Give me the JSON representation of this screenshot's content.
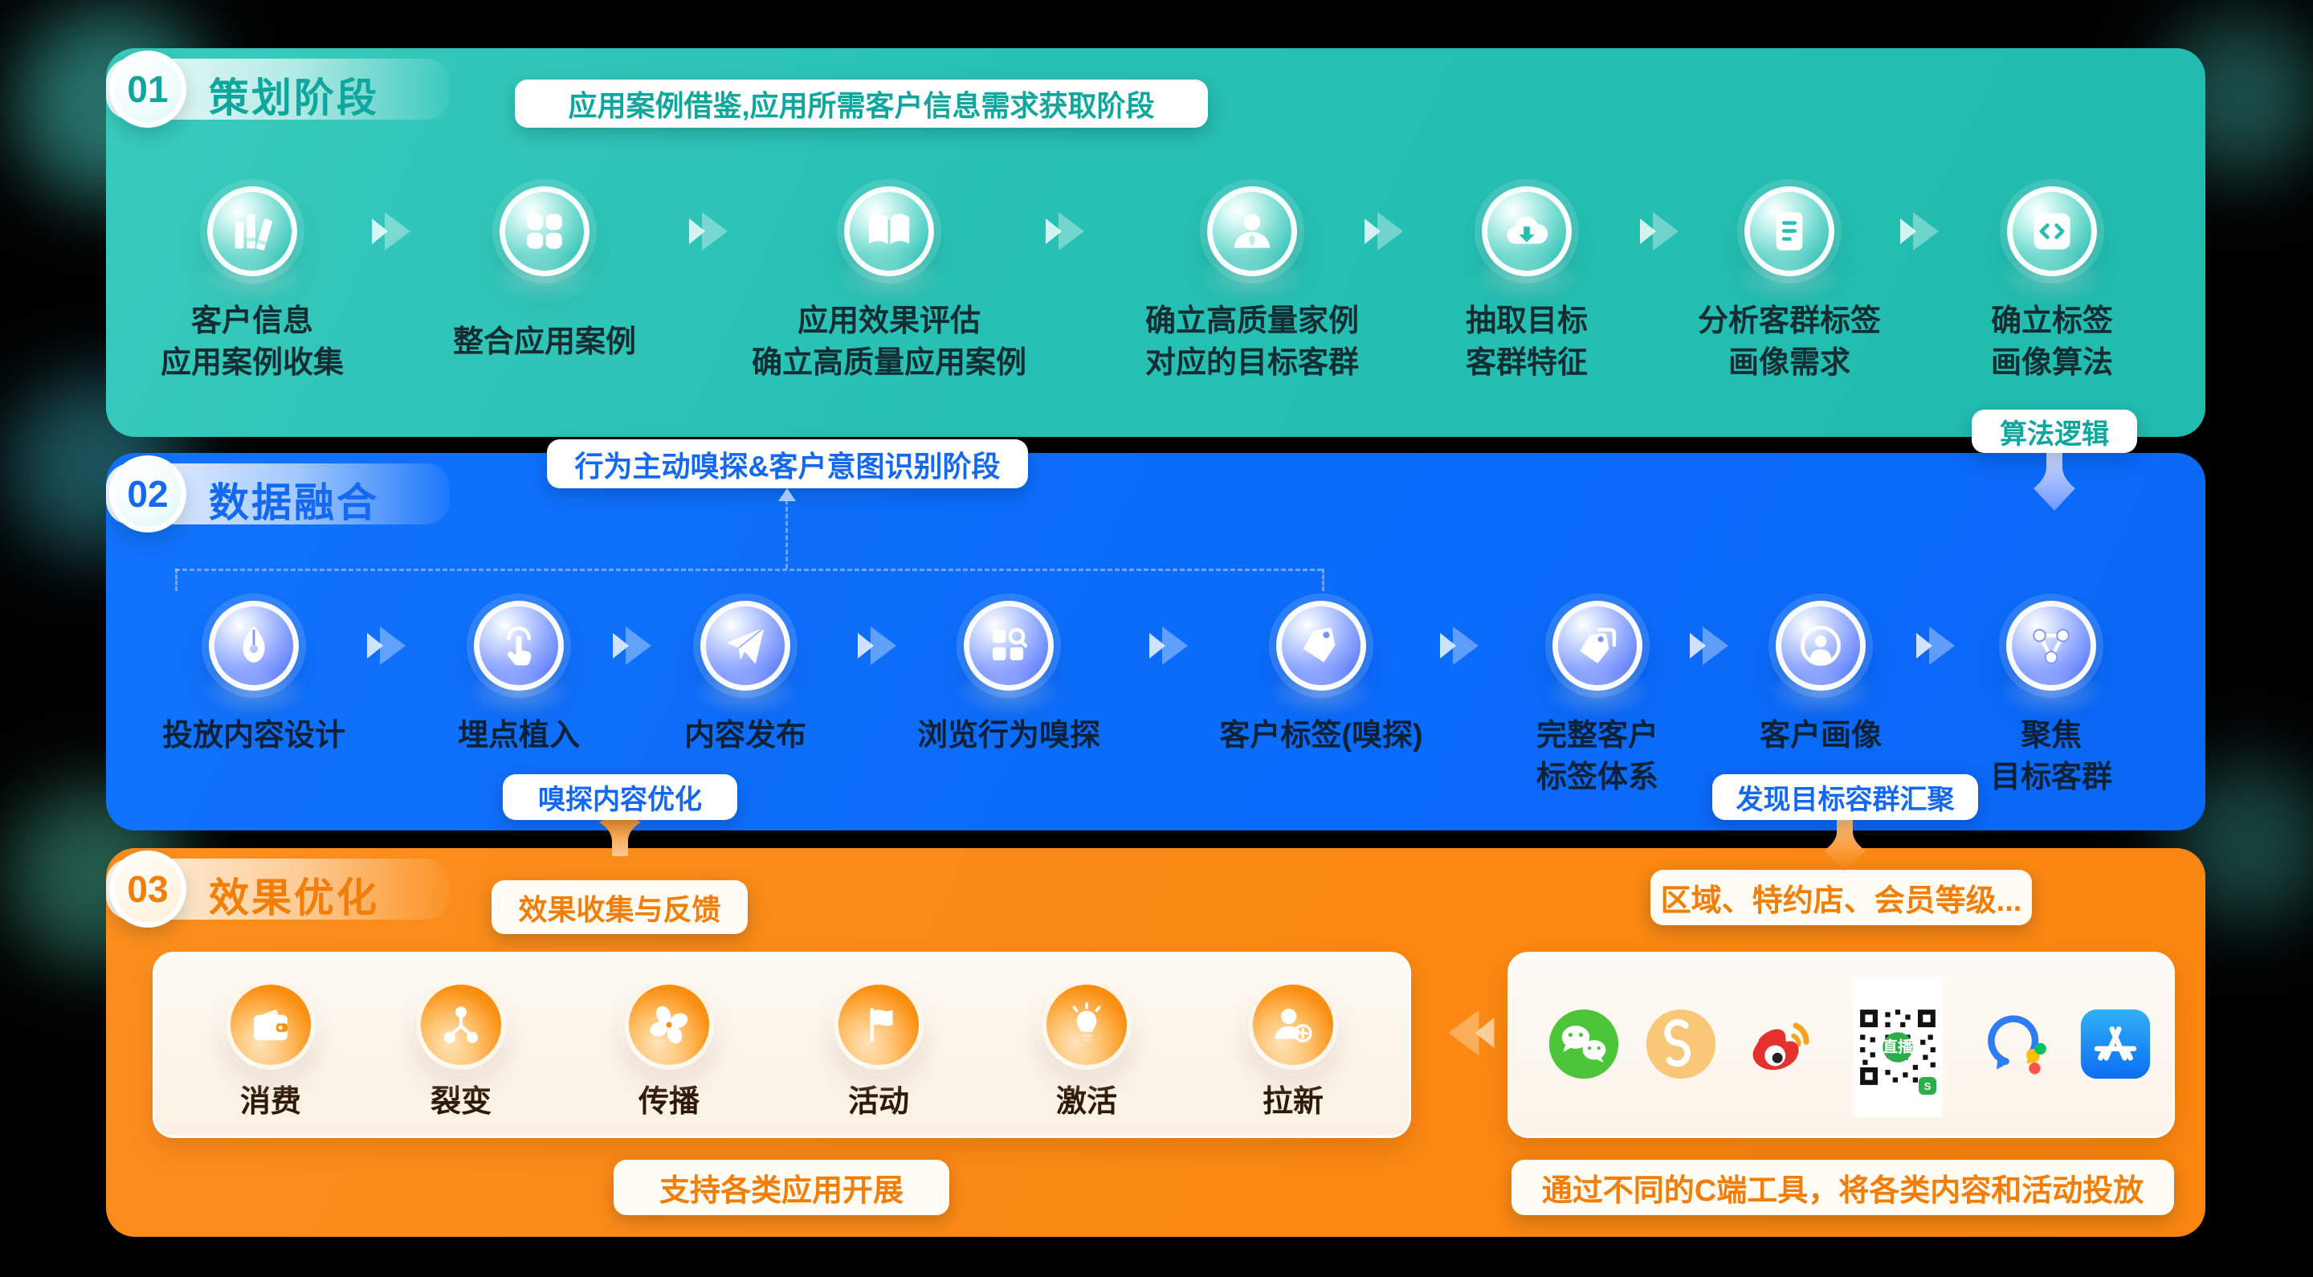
{
  "stage1": {
    "num": "01",
    "title": "策划阶段",
    "banner": "应用案例借鉴,应用所需客户信息需求获取阶段",
    "chip_algorithm": "算法逻辑",
    "steps": [
      {
        "icon": "books-icon",
        "lines": [
          "客户信息",
          "应用案例收集"
        ]
      },
      {
        "icon": "app-grid-icon",
        "lines": [
          "整合应用案例"
        ]
      },
      {
        "icon": "open-book-icon",
        "lines": [
          "应用效果评估",
          "确立高质量应用案例"
        ]
      },
      {
        "icon": "person-icon",
        "lines": [
          "确立高质量家例",
          "对应的目标客群"
        ]
      },
      {
        "icon": "cloud-download-icon",
        "lines": [
          "抽取目标",
          "客群特征"
        ]
      },
      {
        "icon": "document-icon",
        "lines": [
          "分析客群标签",
          "画像需求"
        ]
      },
      {
        "icon": "code-icon",
        "lines": [
          "确立标签",
          "画像算法"
        ]
      }
    ]
  },
  "stage2": {
    "num": "02",
    "title": "数据融合",
    "banner": "行为主动嗅探&客户意图识别阶段",
    "chip_sniff": "嗅探内容优化",
    "chip_discover": "发现目标容群汇聚",
    "steps": [
      {
        "icon": "pen-nib-icon",
        "lines": [
          "投放内容设计"
        ]
      },
      {
        "icon": "tap-icon",
        "lines": [
          "埋点植入"
        ]
      },
      {
        "icon": "paper-plane-icon",
        "lines": [
          "内容发布"
        ]
      },
      {
        "icon": "grid-search-icon",
        "lines": [
          "浏览行为嗅探"
        ]
      },
      {
        "icon": "tag-icon",
        "lines": [
          "客户标签(嗅探)"
        ]
      },
      {
        "icon": "tags-icon",
        "lines": [
          "完整客户",
          "标签体系"
        ]
      },
      {
        "icon": "person-circle-icon",
        "lines": [
          "客户画像"
        ]
      },
      {
        "icon": "network-icon",
        "lines": [
          "聚焦",
          "目标客群"
        ]
      }
    ]
  },
  "stage3": {
    "num": "03",
    "title": "效果优化",
    "chip_feedback": "效果收集与反馈",
    "chip_region": "区域、特约店、会员等级...",
    "chip_support": "支持各类应用开展",
    "chip_tools": "通过不同的C端工具，将各类内容和活动投放",
    "apps": [
      {
        "icon": "wallet-icon",
        "label": "消费"
      },
      {
        "icon": "split-icon",
        "label": "裂变"
      },
      {
        "icon": "fan-icon",
        "label": "传播"
      },
      {
        "icon": "flag-icon",
        "label": "活动"
      },
      {
        "icon": "bulb-icon",
        "label": "激活"
      },
      {
        "icon": "user-plus-icon",
        "label": "拉新"
      }
    ],
    "channels": [
      {
        "icon": "wechat-icon"
      },
      {
        "icon": "video-channels-icon"
      },
      {
        "icon": "weibo-icon"
      },
      {
        "icon": "qr-live-icon",
        "label": "直播"
      },
      {
        "icon": "wecom-icon"
      },
      {
        "icon": "appstore-icon"
      }
    ]
  }
}
